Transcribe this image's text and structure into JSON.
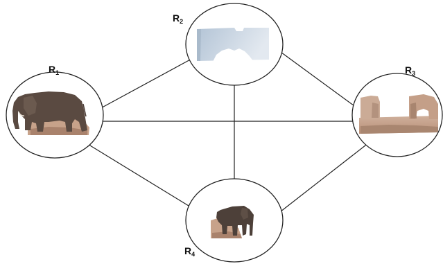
{
  "diagram": {
    "nodes": [
      {
        "label": "R",
        "sub": "1"
      },
      {
        "label": "R",
        "sub": "2"
      },
      {
        "label": "R",
        "sub": "3"
      },
      {
        "label": "R",
        "sub": "4"
      }
    ],
    "edges": [
      [
        0,
        1
      ],
      [
        1,
        2
      ],
      [
        0,
        2
      ],
      [
        1,
        3
      ],
      [
        0,
        3
      ],
      [
        2,
        3
      ]
    ],
    "colors": {
      "line": "#222222",
      "node_fill": "#ffffff",
      "label": "#111111",
      "elephant": "#5a4a41",
      "ground": "#c7a28a",
      "sky": "#c4d2e0"
    }
  }
}
